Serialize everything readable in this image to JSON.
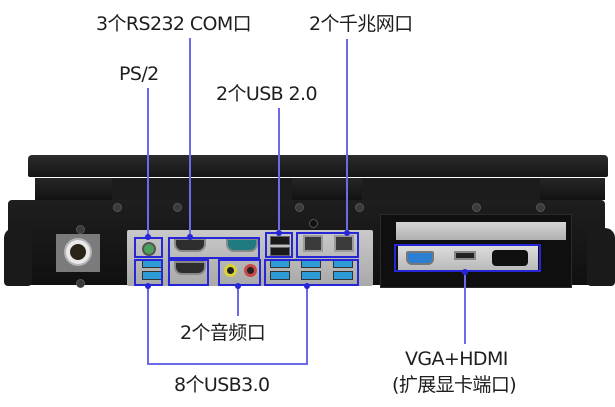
{
  "diagram": {
    "subject": "rugged portable computer rear I/O panel",
    "accent_line_color": "#6b6be8",
    "accent_box_color": "#2626d6"
  },
  "labels": {
    "com": "3个RS232 COM口",
    "lan": "2个千兆网口",
    "ps2": "PS/2",
    "usb2": "2个USB 2.0",
    "audio": "2个音频口",
    "usb3": "8个USB3.0",
    "vga_hdmi_line1": "VGA+HDMI",
    "vga_hdmi_line2": "(扩展显卡端口)"
  },
  "ports": [
    {
      "name": "ps2",
      "count": 1
    },
    {
      "name": "rs232-com",
      "count": 3
    },
    {
      "name": "usb2",
      "count": 2
    },
    {
      "name": "gigabit-lan",
      "count": 2
    },
    {
      "name": "usb3",
      "count": 8
    },
    {
      "name": "audio",
      "count": 2
    },
    {
      "name": "vga",
      "count": 1
    },
    {
      "name": "hdmi",
      "count": 1
    }
  ]
}
